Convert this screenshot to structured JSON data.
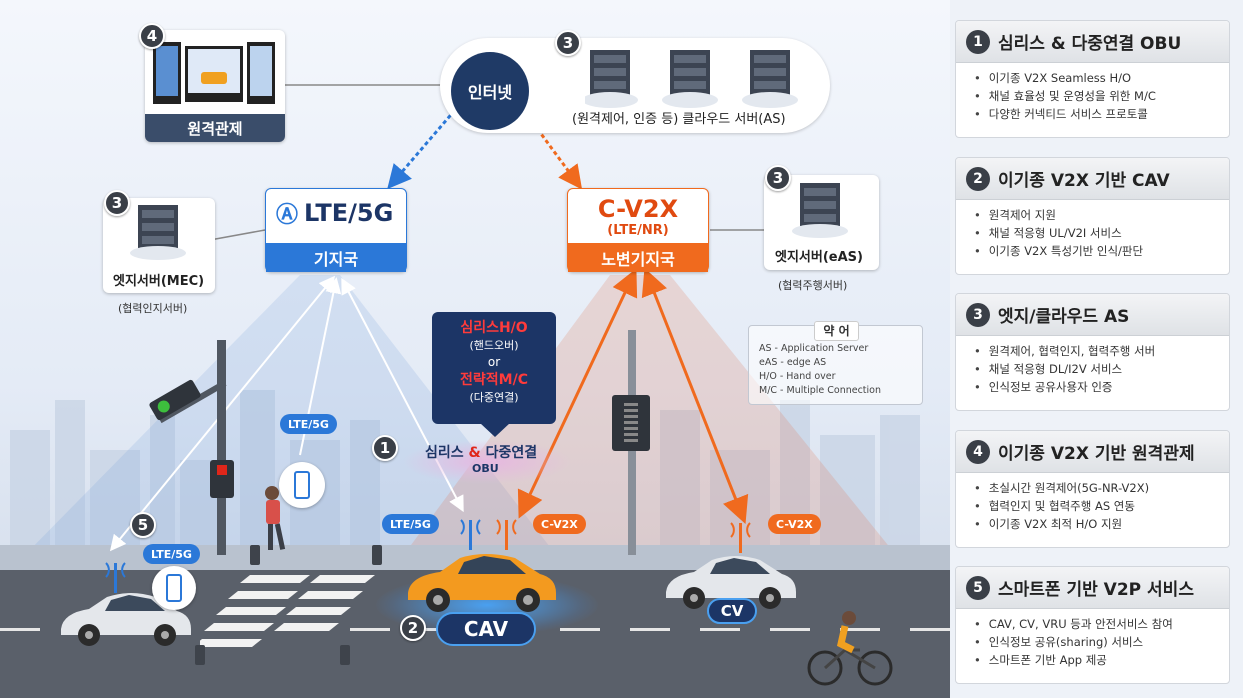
{
  "scene": {
    "remote_control_label": "원격관제",
    "internet_label": "인터넷",
    "cloud_server_label": "(원격제어, 인증 등) 클라우드 서버(AS)",
    "lte_title": "LTE/5G",
    "lte_sub": "기지국",
    "cv2x_title": "C-V2X",
    "cv2x_paren": "(LTE/NR)",
    "cv2x_sub": "노변기지국",
    "mec_label": "엣지서버(MEC)",
    "mec_sub": "(협력인지서버)",
    "eas_label": "엣지서버(eAS)",
    "eas_sub": "(협력주행서버)",
    "callout": {
      "line1": "심리스H/O",
      "line2": "(핸드오버)",
      "line3": "or",
      "line4": "전략적M/C",
      "line5": "(다중연결)"
    },
    "obu_label_a": "심리스 ",
    "obu_label_amp": "& ",
    "obu_label_b": "다중연결",
    "obu_sub": "OBU",
    "cav_label": "CAV",
    "cv_label": "CV",
    "pill_lte_ped": "LTE/5G",
    "pill_lte_car": "LTE/5G",
    "pill_lte_left": "LTE/5G",
    "pill_cv2x_cav": "C-V2X",
    "pill_cv2x_cv": "C-V2X",
    "num_4": "4",
    "num_3a": "3",
    "num_3b": "3",
    "num_3c": "3",
    "num_1": "1",
    "num_2": "2",
    "num_5": "5",
    "abbr": {
      "title": "약 어",
      "items": [
        "AS - Application Server",
        "eAS - edge AS",
        "H/O - Hand over",
        "M/C - Multiple Connection"
      ]
    }
  },
  "panel": [
    {
      "num": "1",
      "title": "심리스 & 다중연결 OBU",
      "items": [
        "이기종 V2X Seamless H/O",
        "채널 효율성 및 운영성을 위한 M/C",
        "다양한 커넥티드 서비스 프로토콜"
      ]
    },
    {
      "num": "2",
      "title": "이기종 V2X 기반 CAV",
      "items": [
        "원격제어 지원",
        "채널 적응형 UL/V2I 서비스",
        "이기종 V2X 특성기반 인식/판단"
      ]
    },
    {
      "num": "3",
      "title": "엣지/클라우드 AS",
      "items": [
        "원격제어, 협력인지, 협력주행 서버",
        "채널 적응형 DL/I2V 서비스",
        "인식정보 공유사용자 인증"
      ]
    },
    {
      "num": "4",
      "title": "이기종 V2X 기반 원격관제",
      "items": [
        "초실시간 원격제어(5G-NR-V2X)",
        "협력인지 및 협력주행 AS 연동",
        "이기종 V2X 최적 H/O 지원"
      ]
    },
    {
      "num": "5",
      "title": "스마트폰 기반 V2P 서비스",
      "items": [
        "CAV, CV, VRU 등과 안전서비스 참여",
        "인식정보 공유(sharing) 서비스",
        "스마트폰 기반 App 제공"
      ]
    }
  ],
  "colors": {
    "blue": "#2b78d8",
    "orange": "#f06a1e",
    "navy": "#1c3566",
    "dark": "#3a3f47"
  }
}
